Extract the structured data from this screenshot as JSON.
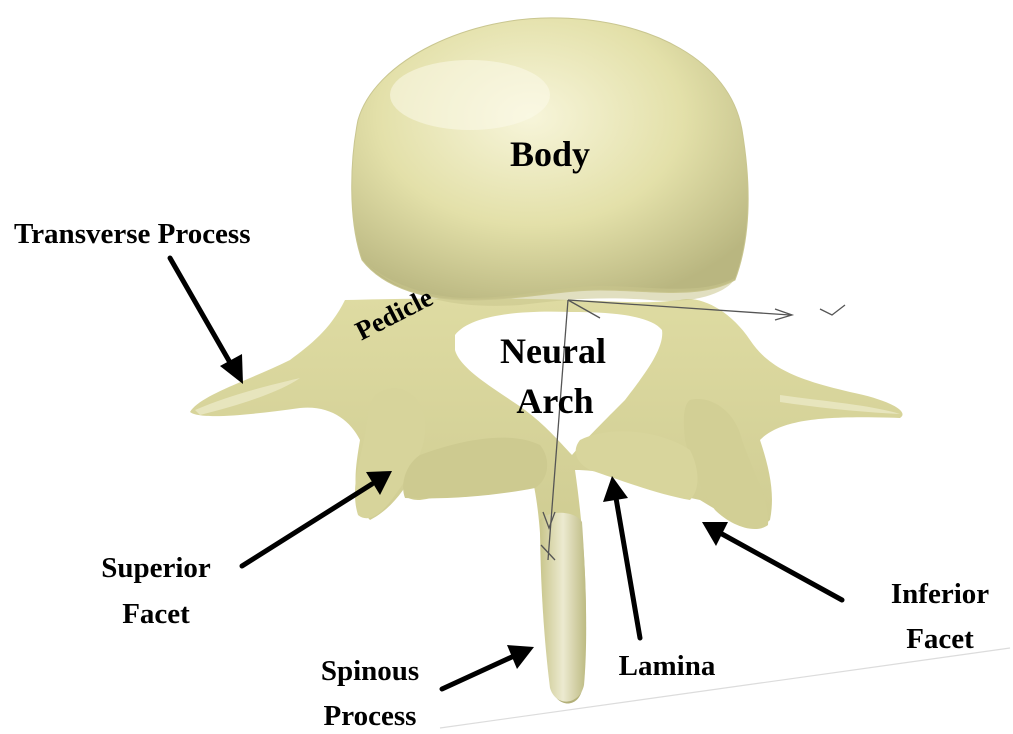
{
  "labels": {
    "body": "Body",
    "transverse_process": "Transverse Process",
    "pedicle": "Pedicle",
    "neural_arch_line1": "Neural",
    "neural_arch_line2": "Arch",
    "superior_facet_line1": "Superior",
    "superior_facet_line2": "Facet",
    "inferior_facet_line1": "Inferior",
    "inferior_facet_line2": "Facet",
    "spinous_process_line1": "Spinous",
    "spinous_process_line2": "Process",
    "lamina": "Lamina"
  },
  "colors": {
    "bone": "#e3e0a9",
    "bone_shadow": "#b5b27a",
    "bone_highlight": "#f6f4d6",
    "label_text": "#000000",
    "arrow": "#000000",
    "background": "#ffffff"
  }
}
